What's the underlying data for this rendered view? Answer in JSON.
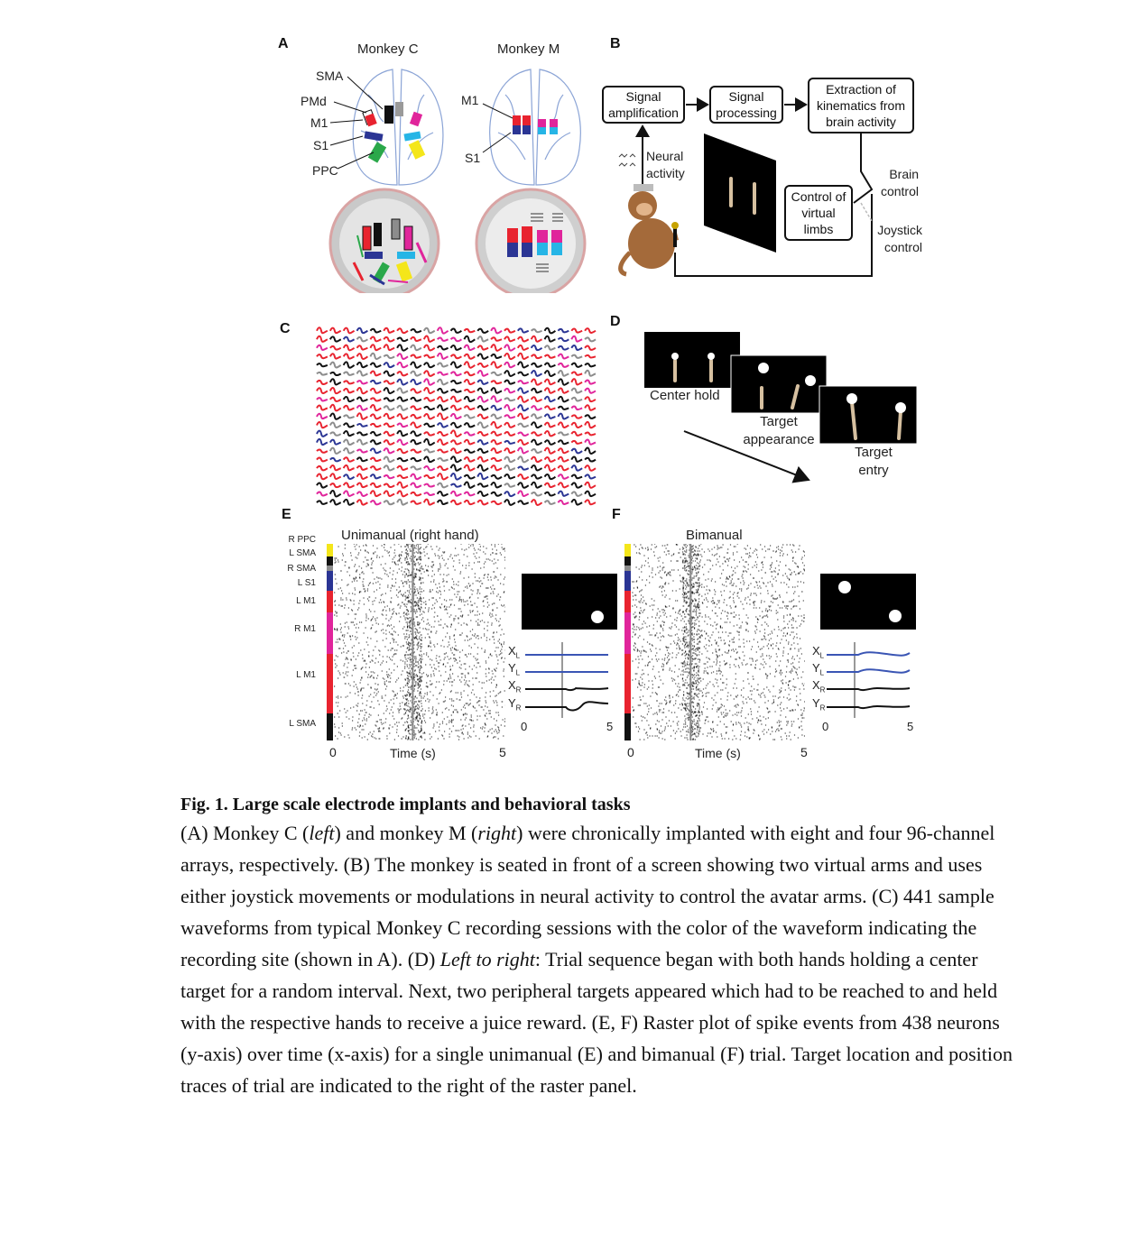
{
  "panels": {
    "A": {
      "letter": "A",
      "monkey_c": "Monkey C",
      "monkey_m": "Monkey M",
      "labels_c": [
        "SMA",
        "PMd",
        "M1",
        "S1",
        "PPC"
      ],
      "labels_m": [
        "M1",
        "S1"
      ]
    },
    "B": {
      "letter": "B",
      "box_signal_amp": "Signal amplification",
      "box_signal_proc": "Signal processing",
      "box_extraction": "Extraction of kinematics from brain activity",
      "box_control": "Control of virtual limbs",
      "neural_activity": "Neural activity",
      "brain_control": "Brain control",
      "joystick_control": "Joystick control"
    },
    "C": {
      "letter": "C"
    },
    "D": {
      "letter": "D",
      "center_hold": "Center hold",
      "target_appearance": "Target appearance",
      "target_entry": "Target entry"
    },
    "E": {
      "letter": "E",
      "title": "Unimanual (right hand)",
      "regions": [
        "R PPC",
        "L SMA",
        "R SMA",
        "L S1",
        "L M1",
        "R M1",
        "L M1",
        "L SMA"
      ],
      "x_start": "0",
      "x_end": "5",
      "xlabel": "Time (s)",
      "trace_labels": [
        "X",
        "Y",
        "X",
        "Y"
      ],
      "trace_subs": [
        "L",
        "L",
        "R",
        "R"
      ],
      "trace_x_start": "0",
      "trace_x_end": "5"
    },
    "F": {
      "letter": "F",
      "title": "Bimanual",
      "x_start": "0",
      "x_end": "5",
      "xlabel": "Time (s)",
      "trace_labels": [
        "X",
        "Y",
        "X",
        "Y"
      ],
      "trace_subs": [
        "L",
        "L",
        "R",
        "R"
      ],
      "trace_x_start": "0",
      "trace_x_end": "5"
    }
  },
  "colors": {
    "red": "#e8232f",
    "blue": "#2b3594",
    "magenta": "#e0259b",
    "cyan": "#26b5e6",
    "yellow": "#f4e61a",
    "green": "#2aa84a",
    "gray": "#8c8c8c",
    "black": "#111111",
    "trace_blue": "#3a55b4"
  },
  "caption": {
    "title": "Fig. 1. Large scale electrode implants and behavioral tasks",
    "body": [
      {
        "t": "(A) Monkey C ("
      },
      {
        "t": "left",
        "i": true
      },
      {
        "t": ") and monkey M ("
      },
      {
        "t": "right",
        "i": true
      },
      {
        "t": ") were chronically implanted with eight and four 96-channel arrays, respectively. (B) The monkey is seated in front of a screen showing two virtual arms and uses either joystick movements or modulations in neural activity to control the avatar arms. (C) 441 sample waveforms from typical Monkey C recording sessions with the color of the waveform indicating the recording site (shown in A). (D) "
      },
      {
        "t": "Left to right",
        "i": true
      },
      {
        "t": ": Trial sequence began with both hands holding a center target for a random interval. Next, two peripheral targets appeared which had to be reached to and held with the respective hands to receive a juice reward. (E, F) Raster plot of spike events from 438 neurons (y-axis) over time (x-axis) for a single unimanual (E) and bimanual (F) trial. Target location and position traces of trial are indicated to the right of the raster panel."
      }
    ]
  }
}
